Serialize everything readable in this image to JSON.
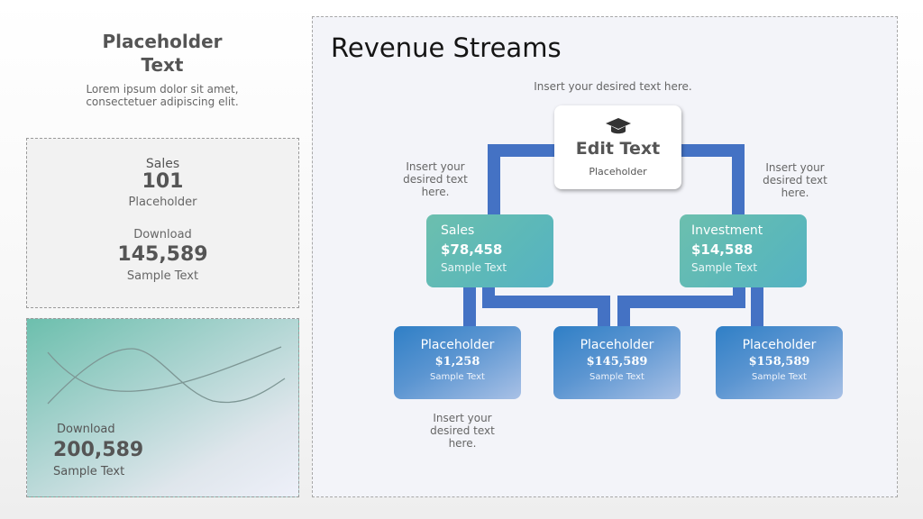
{
  "left_header": {
    "title_line1": "Placeholder",
    "title_line2": "Text",
    "subtitle_line1": "Lorem ipsum dolor sit amet,",
    "subtitle_line2": "consectetuer adipiscing elit."
  },
  "stat_card": {
    "sales_label": "Sales",
    "sales_value": "101",
    "sales_sub": "Placeholder",
    "download_label": "Download",
    "download_value": "145,589",
    "download_sub": "Sample Text"
  },
  "chart_card": {
    "label": "Download",
    "value": "200,589",
    "sub": "Sample Text"
  },
  "main": {
    "title": "Revenue Streams",
    "top_note": "Insert your desired text here.",
    "left_note": [
      "Insert your",
      "desired text",
      "here."
    ],
    "right_note": [
      "Insert your",
      "desired text",
      "here."
    ],
    "bottom_note": [
      "Insert your",
      "desired text",
      "here."
    ],
    "root": {
      "icon": "graduation-cap-icon",
      "title": "Edit Text",
      "sub": "Placeholder"
    },
    "level1": [
      {
        "name": "Sales",
        "value": "$78,458",
        "sub": "Sample Text"
      },
      {
        "name": "Investment",
        "value": "$14,588",
        "sub": "Sample Text"
      }
    ],
    "level2": [
      {
        "name": "Placeholder",
        "value": "$1,258",
        "sub": "Sample Text"
      },
      {
        "name": "Placeholder",
        "value": "$145,589",
        "sub": "Sample Text"
      },
      {
        "name": "Placeholder",
        "value": "$158,589",
        "sub": "Sample Text"
      }
    ]
  },
  "colors": {
    "connector": "#4472c4",
    "teal_box": "#5cb8b9",
    "blue_box": "#2f7fc6",
    "panel_bg": "#f3f4f9"
  }
}
